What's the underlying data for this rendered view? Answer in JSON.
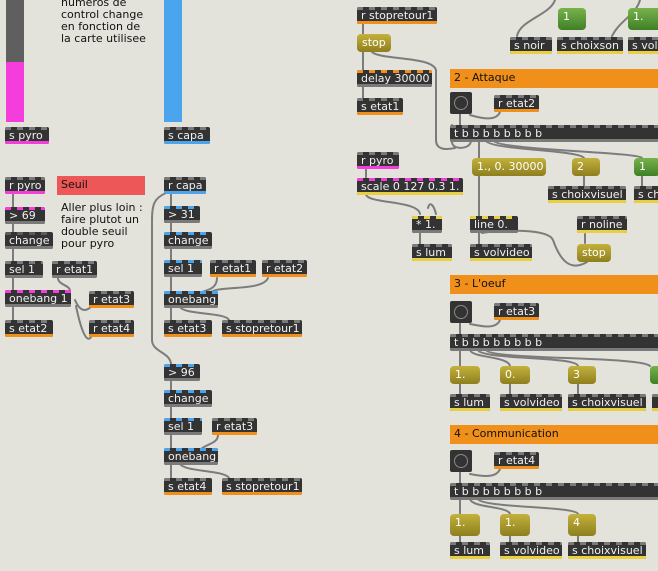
{
  "colors": {
    "background": "#e3e3dc",
    "object_box": "#333333",
    "pink_cable": "#f53ddc",
    "blue_cable": "#4ba4ee",
    "orange_cable": "#f0901a",
    "yellow_cable": "#e9d040",
    "orange_panel": "#f0901a",
    "red_panel": "#ee5757",
    "message_gold": "#b3a232",
    "message_green": "#5da23c"
  },
  "left": {
    "comment_top": "numeros de\ncontrol change\nen fonction de\nla carte utilisee",
    "s_pyro": "s pyro",
    "r_pyro": "r pyro",
    "seuil_label": "Seuil",
    "comment_seuil": "Aller plus loin :\nfaire plutot un\ndouble seuil\npour pyro",
    "gt69": "> 69",
    "change": "change",
    "sel1": "sel 1",
    "r_etat1": "r etat1",
    "onebang": "onebang 1",
    "r_etat3": "r etat3",
    "s_etat2": "s etat2",
    "r_etat4": "r etat4"
  },
  "capa": {
    "s_capa": "s capa",
    "r_capa": "r capa",
    "gt31": "> 31",
    "change_a": "change",
    "sel1_a": "sel 1",
    "r_etat1": "r etat1",
    "r_etat2": "r etat2",
    "onebang_a": "onebang",
    "s_etat3": "s etat3",
    "s_stopretour1_a": "s stopretour1",
    "gt96": "> 96",
    "change_b": "change",
    "sel1_b": "sel 1",
    "r_etat3": "r etat3",
    "onebang_b": "onebang",
    "s_etat4": "s etat4",
    "s_stopretour1_b": "s stopretour1"
  },
  "right": {
    "r_stopretour1": "r stopretour1",
    "stop": "stop",
    "delay": "delay 30000",
    "s_etat1": "s etat1",
    "s_noir": "s noir",
    "msg_1a": "1",
    "s_choixson": "s choixson",
    "msg_1b": "1.",
    "s_volvideo_top": "s volvi",
    "r_pyro": "r pyro",
    "scale": "scale 0 127 0.3 1.",
    "mul": "* 1.",
    "line": "line 0.",
    "s_lum": "s lum",
    "s_volvideo": "s volvideo",
    "stop_b": "stop",
    "r_noline": "r noline"
  },
  "sections": [
    {
      "title": "2 - Attaque",
      "r_etat": "r etat2",
      "trigger": "t b b b b b b b b",
      "msgs": [
        "1., 0. 30000",
        "2",
        "1"
      ],
      "sends": [
        "s choixvisuel",
        "s ch"
      ]
    },
    {
      "title": "3 - L'oeuf",
      "r_etat": "r etat3",
      "trigger": "t b b b b b b b b",
      "msgs": [
        "1.",
        "0.",
        "3"
      ],
      "sends": [
        "s lum",
        "s volvideo",
        "s choixvisuel"
      ]
    },
    {
      "title": "4 - Communication",
      "r_etat": "r etat4",
      "trigger": "t b b b b b b b b",
      "msgs": [
        "1.",
        "1.",
        "4"
      ],
      "sends": [
        "s lum",
        "s volvideo",
        "s choixvisuel"
      ]
    }
  ]
}
